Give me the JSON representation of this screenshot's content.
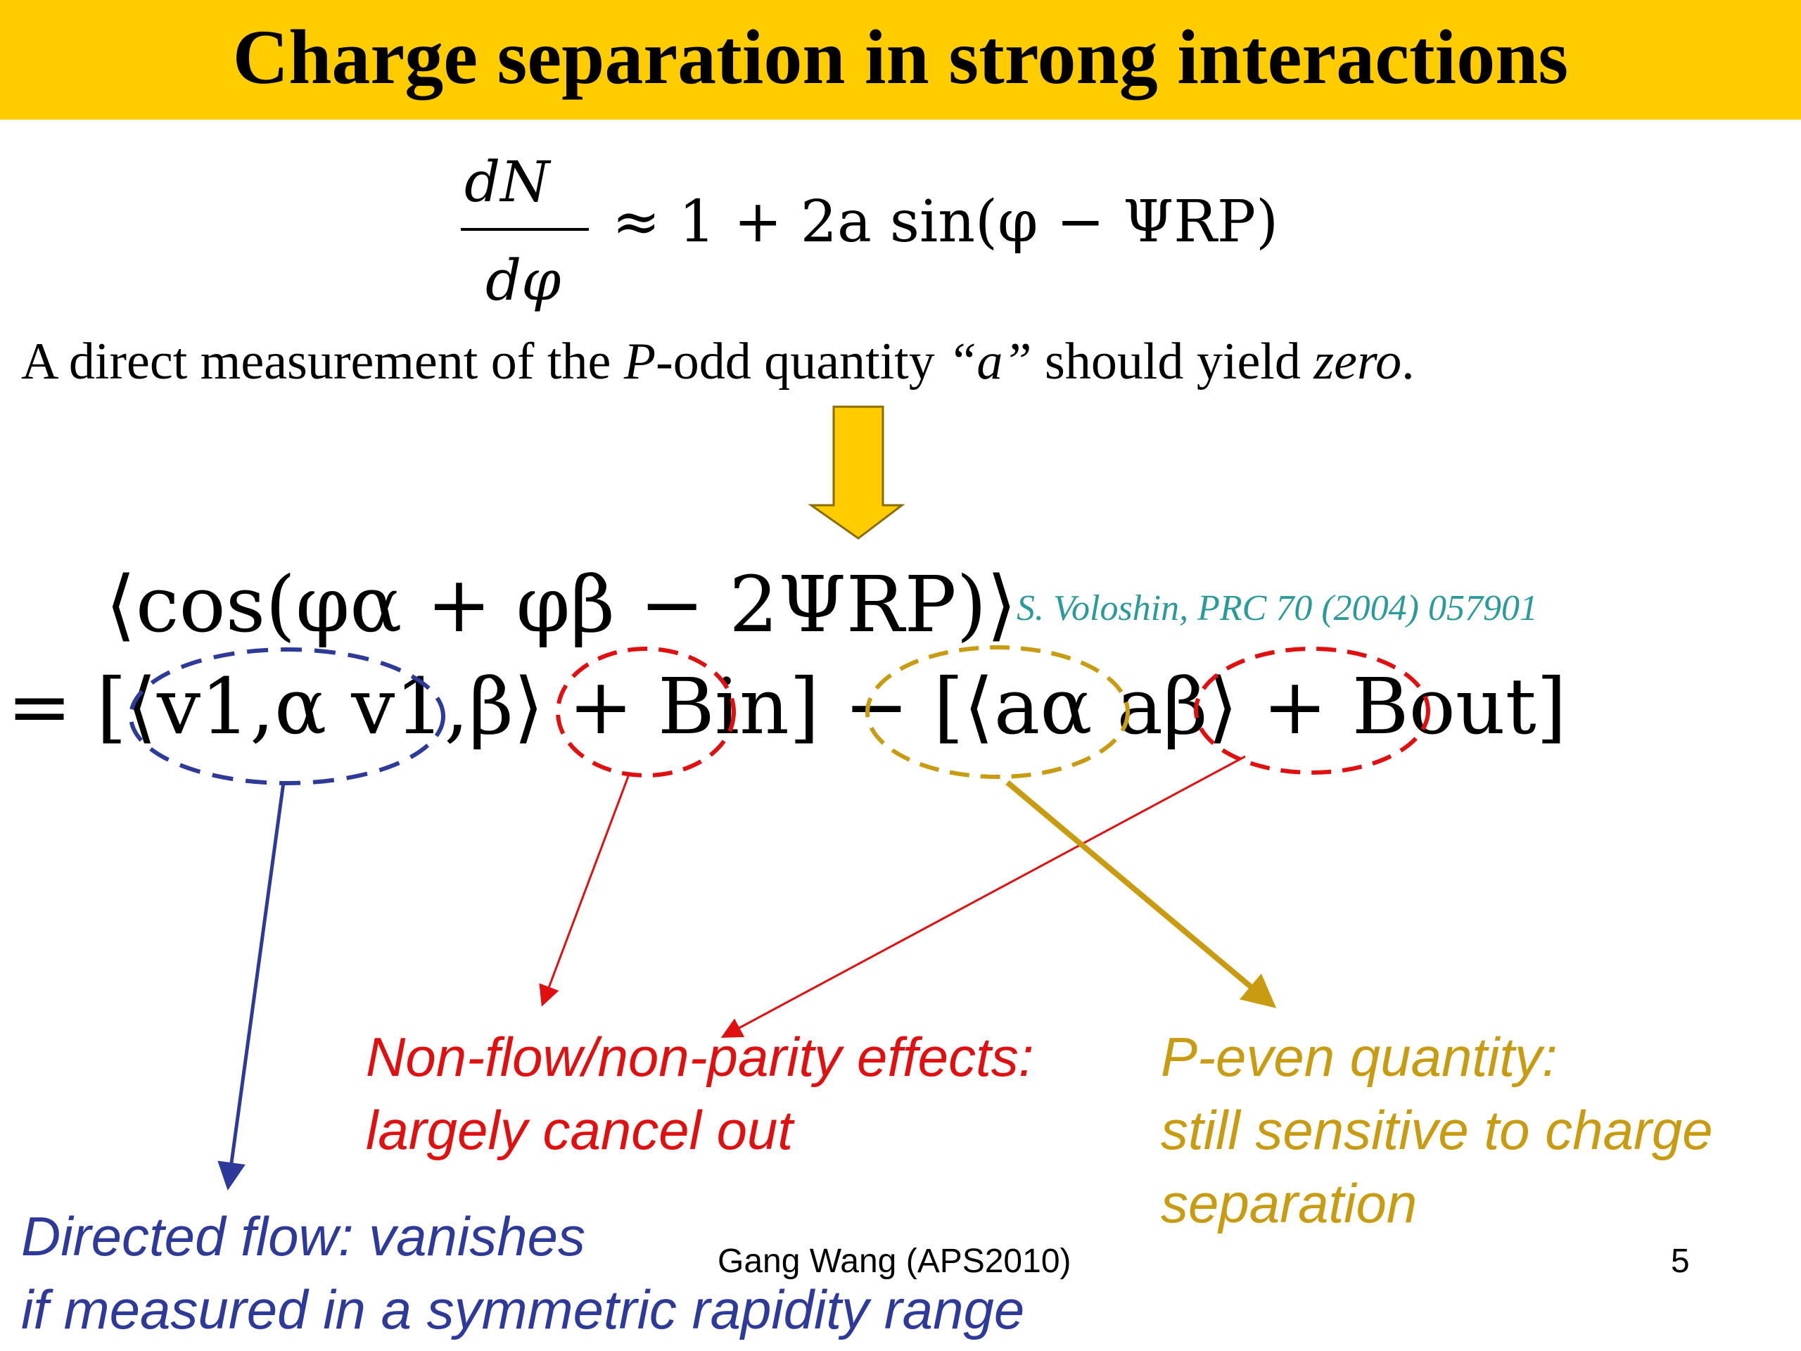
{
  "slide": {
    "title": "Charge separation in strong interactions",
    "formula": {
      "numerator": "dN",
      "denominator": "dφ",
      "garbled_rhs": "≈ 1 + 2a sin(φ − ΨRP)",
      "subscript": "RP"
    },
    "statement": {
      "part1": "A direct measurement of the ",
      "p": "P",
      "part2": "-odd quantity ",
      "a": "“a”",
      "part3": " should yield ",
      "zero": "zero",
      "part4": "."
    },
    "equation_line1": "⟨cos(φα + φβ − 2ΨRP)⟩",
    "equation_line2": "= [⟨v1,α v1,β⟩ + Bin] − [⟨aα aβ⟩ + Bout]",
    "reference": "S. Voloshin, PRC 70 (2004) 057901",
    "notes": {
      "red_line1": "Non-flow/non-parity effects:",
      "red_line2": "largely cancel out",
      "gold_line1": "P-even quantity:",
      "gold_line2": "still sensitive to charge",
      "gold_line3": "separation",
      "blue_line1": "Directed flow: vanishes",
      "blue_line2": "if measured in a symmetric rapidity range"
    },
    "footer": {
      "author": "Gang Wang (APS2010)",
      "page": "5"
    },
    "colors": {
      "title_bar": "#FFCC00",
      "red": "#E01010",
      "gold": "#C89B10",
      "blue": "#2E3A9A",
      "teal": "#2A9A9A"
    }
  }
}
